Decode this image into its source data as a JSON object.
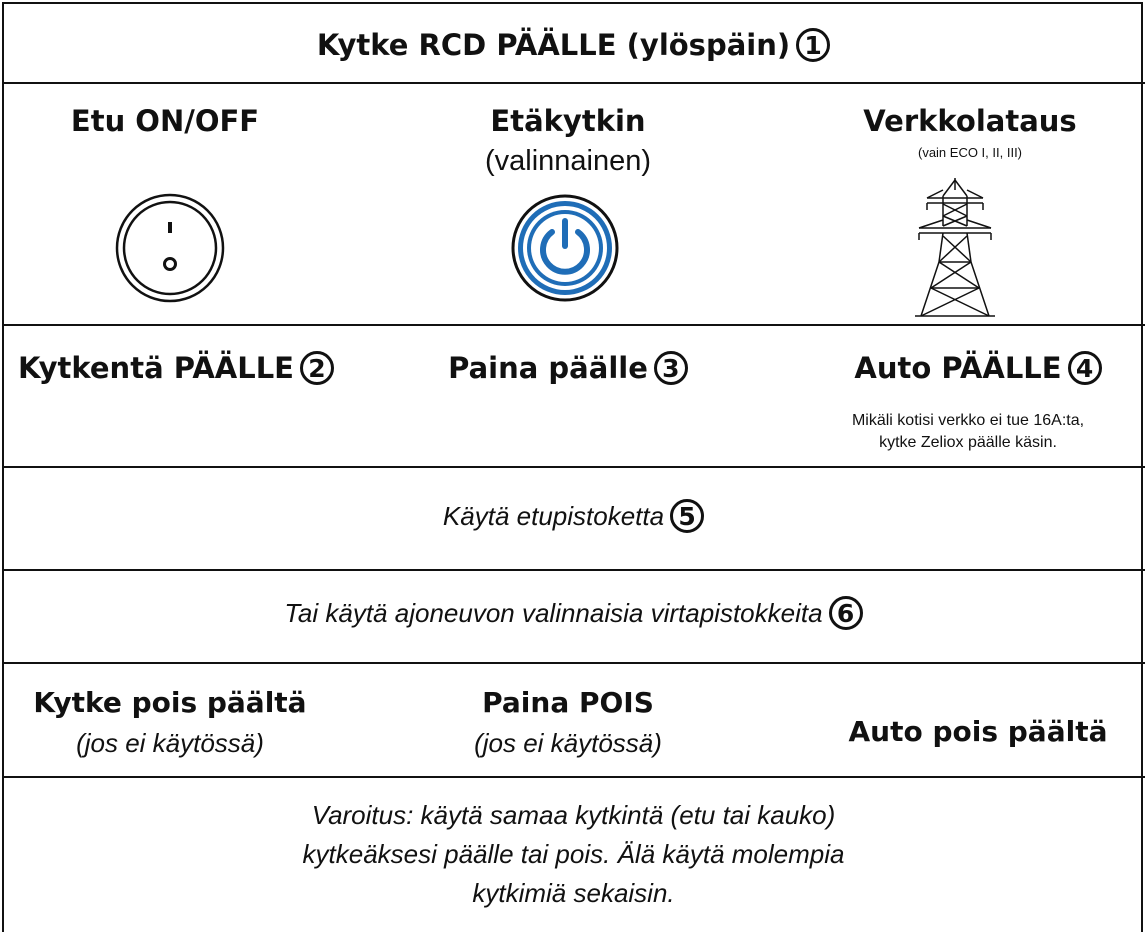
{
  "header": {
    "text": "Kytke RCD PÄÄLLE (ylöspäin)",
    "step": "1"
  },
  "row_controls": {
    "front": {
      "title": "Etu ON/OFF",
      "icon": "rocker-switch-icon",
      "on_mark": "I",
      "off_mark": "O"
    },
    "remote": {
      "title": "Etäkytkin",
      "subtitle": "(valinnainen)",
      "icon": "power-button-icon",
      "accent": "#1f6db7"
    },
    "grid": {
      "title": "Verkkolataus",
      "subtitle": "(vain ECO I, II, III)",
      "icon": "power-pylon-icon"
    }
  },
  "row_on": {
    "front": {
      "text": "Kytkentä PÄÄLLE",
      "step": "2"
    },
    "remote": {
      "text": "Paina päälle",
      "step": "3"
    },
    "grid": {
      "text": "Auto PÄÄLLE",
      "step": "4",
      "note_line1": "Mikäli kotisi verkko ei tue 16A:ta,",
      "note_line2": "kytke Zeliox päälle käsin."
    }
  },
  "row_front_socket": {
    "text": "Käytä etupistoketta",
    "step": "5"
  },
  "row_vehicle_socket": {
    "text": "Tai käytä ajoneuvon valinnaisia virtapistokkeita",
    "step": "6"
  },
  "row_off": {
    "front": {
      "title": "Kytke pois päältä",
      "subtitle": "(jos ei käytössä)"
    },
    "remote": {
      "title": "Paina POIS",
      "subtitle": "(jos ei käytössä)"
    },
    "grid": {
      "title": "Auto pois päältä"
    }
  },
  "warning": {
    "line1": "Varoitus: käytä samaa kytkintä (etu tai kauko)",
    "line2": "kytkeäksesi päälle tai pois. Älä käytä molempia",
    "line3": "kytkimiä sekaisin."
  }
}
